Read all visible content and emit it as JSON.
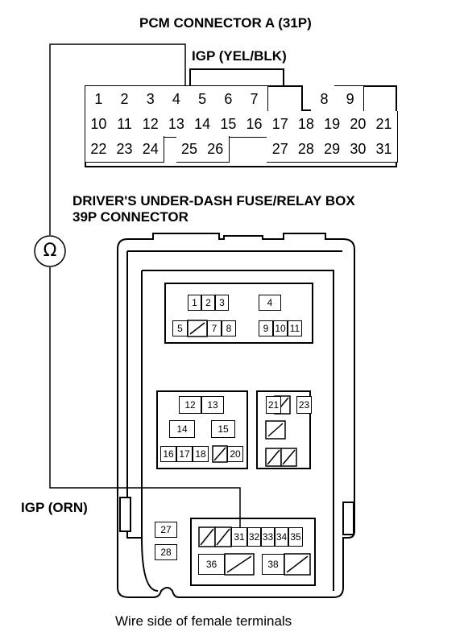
{
  "labels": {
    "pcm_title": "PCM CONNECTOR A (31P)",
    "igp_pcm": "IGP (YEL/BLK)",
    "fuse_box_title_line1": "DRIVER'S UNDER-DASH FUSE/RELAY BOX",
    "fuse_box_title_line2": "39P CONNECTOR",
    "igp_fuse": "IGP (ORN)",
    "ohm_symbol": "Ω",
    "caption": "Wire side of female terminals"
  },
  "pcm_pins": {
    "row1": [
      "1",
      "2",
      "3",
      "4",
      "5",
      "6",
      "7",
      "",
      "8",
      "9"
    ],
    "row2": [
      "10",
      "11",
      "12",
      "13",
      "14",
      "15",
      "16",
      "17",
      "18",
      "19",
      "20",
      "21"
    ],
    "row3": [
      "22",
      "23",
      "24",
      "",
      "25",
      "26",
      "",
      "27",
      "28",
      "29",
      "30",
      "31"
    ]
  },
  "fuse_pins": {
    "p1": "1",
    "p2": "2",
    "p3": "3",
    "p4": "4",
    "p5": "5",
    "p7": "7",
    "p8": "8",
    "p9": "9",
    "p10": "10",
    "p11": "11",
    "p12": "12",
    "p13": "13",
    "p14": "14",
    "p15": "15",
    "p16": "16",
    "p17": "17",
    "p18": "18",
    "p20": "20",
    "p21": "21",
    "p23": "23",
    "p27": "27",
    "p28": "28",
    "p31": "31",
    "p32": "32",
    "p33": "33",
    "p34": "34",
    "p35": "35",
    "p36": "36",
    "p38": "38"
  }
}
